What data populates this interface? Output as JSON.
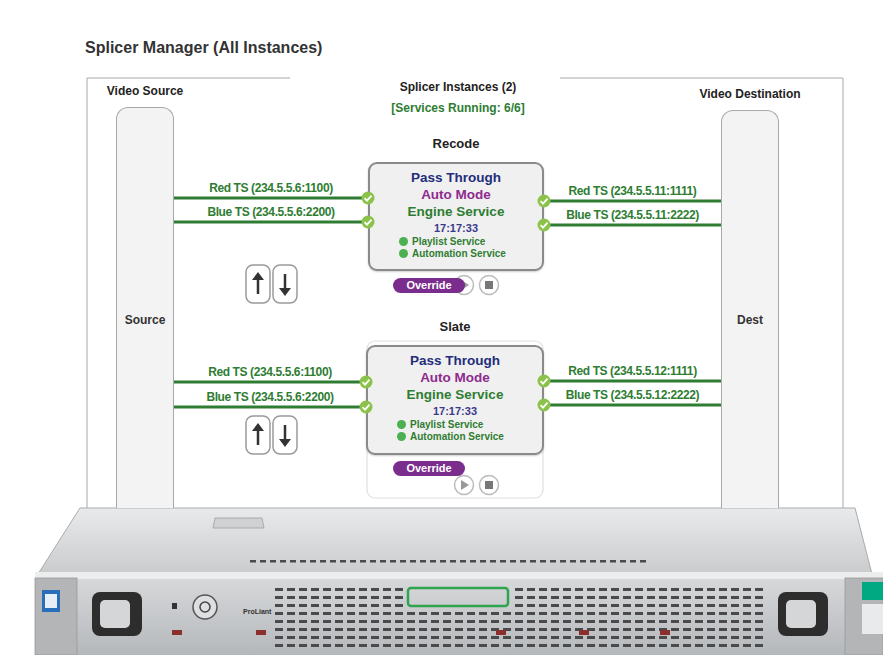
{
  "diagram": {
    "title": "Splicer Manager (All Instances)",
    "nodes": [
      {
        "text": [
          "Video Source",
          "Source"
        ]
      },
      {
        "text": [
          "Recode",
          "Pass Through",
          "Auto Mode",
          "Engine Service",
          "17:17:33",
          "Playlist Service",
          "Automation Service"
        ]
      },
      {
        "text": [
          "Override"
        ]
      },
      {
        "text": [
          "Slate",
          "Pass Through",
          "Auto Mode",
          "Engine Service",
          "17:17:33",
          "Playlist Service",
          "Automation Service"
        ]
      },
      {
        "text": [
          "Override"
        ]
      },
      {
        "text": [
          "Video Destination",
          "Dest"
        ]
      }
    ],
    "edges": [
      {
        "from": 0,
        "to": 1,
        "label": "Red TS (234.5.5.6:1100)",
        "arrow": "none"
      },
      {
        "from": 0,
        "to": 1,
        "label": "Blue TS (234.5.5.6:2200)",
        "arrow": "none"
      },
      {
        "from": 1,
        "to": 5,
        "label": "Red TS (234.5.5.11:1111)",
        "arrow": "none"
      },
      {
        "from": 1,
        "to": 5,
        "label": "Blue TS (234.5.5.11:2222)",
        "arrow": "none"
      },
      {
        "from": 0,
        "to": 3,
        "label": "Red TS (234.5.5.6:1100)",
        "arrow": "none"
      },
      {
        "from": 0,
        "to": 3,
        "label": "Blue TS (234.5.5.6:2200)",
        "arrow": "none"
      },
      {
        "from": 3,
        "to": 5,
        "label": "Red TS (234.5.5.12:1111)",
        "arrow": "none"
      },
      {
        "from": 3,
        "to": 5,
        "label": "Blue TS (234.5.5.12:2222)",
        "arrow": "none"
      }
    ],
    "labels": [
      "Splicer Instances (2)",
      "[Services Running: 6/6]",
      "ProLiant"
    ]
  }
}
